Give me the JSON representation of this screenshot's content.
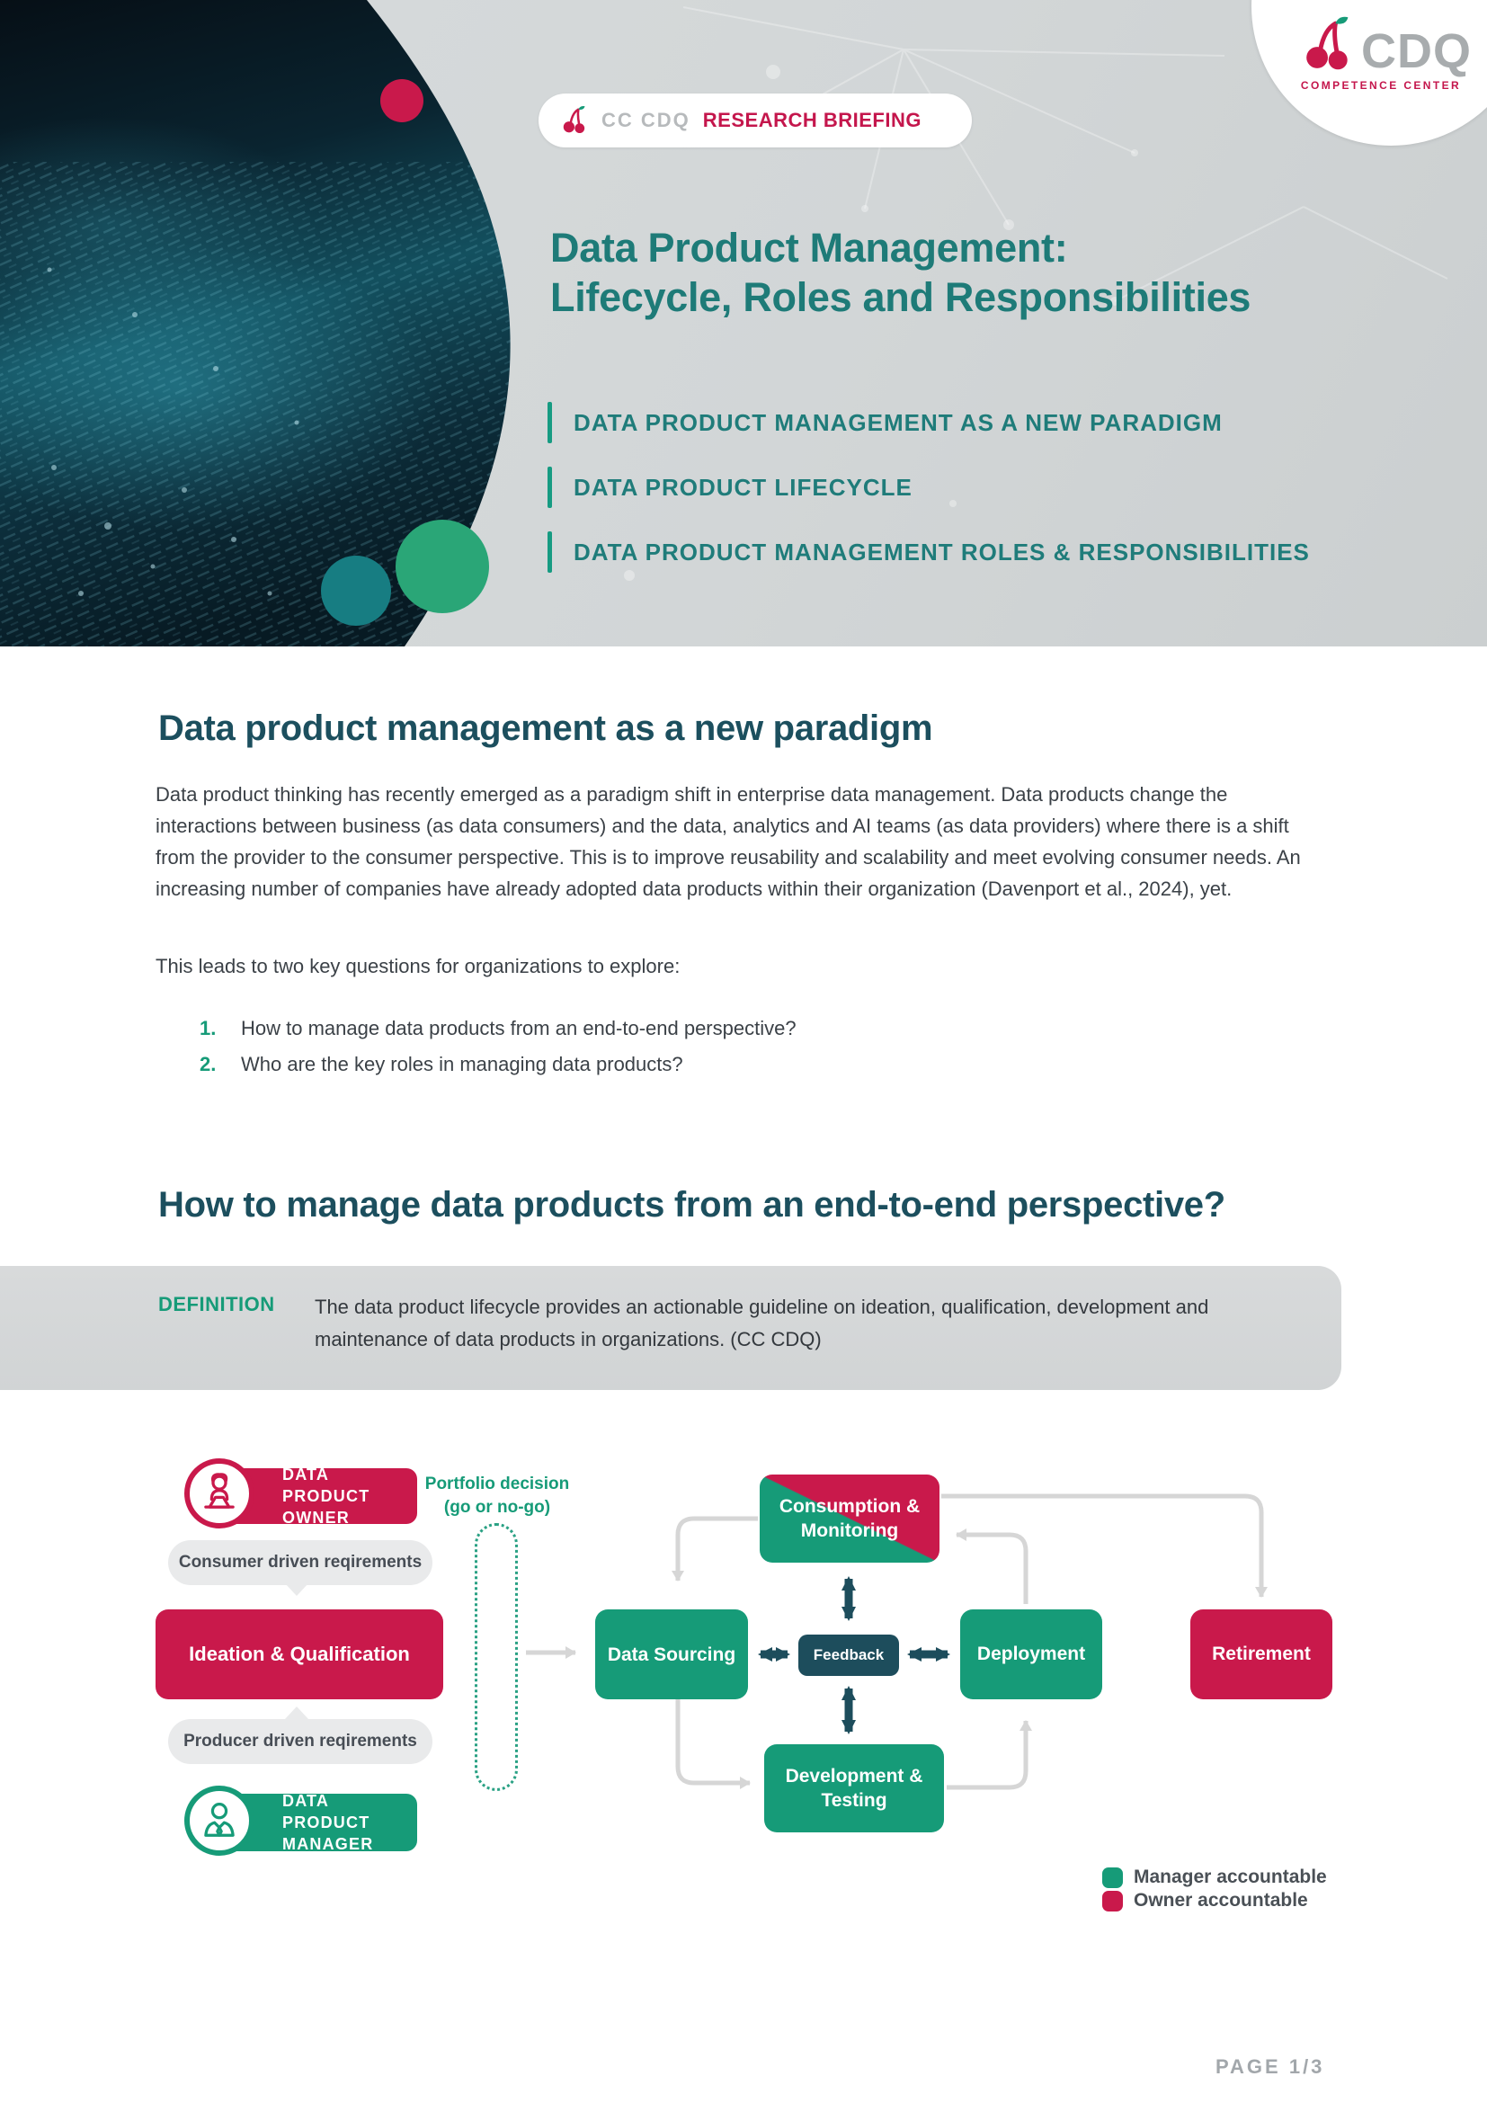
{
  "header": {
    "badge": {
      "prefix": "CC CDQ",
      "label": "RESEARCH BRIEFING",
      "icon": "cherry-icon"
    },
    "logo": {
      "name": "CDQ",
      "subtitle": "COMPETENCE CENTER",
      "icon": "cherry-icon"
    },
    "title_line1": "Data Product Management:",
    "title_line2": "Lifecycle, Roles and Responsibilities",
    "bullets": [
      {
        "label": "DATA PRODUCT MANAGEMENT AS A NEW PARADIGM"
      },
      {
        "label": "DATA PRODUCT LIFECYCLE"
      },
      {
        "label": "DATA PRODUCT MANAGEMENT ROLES & RESPONSIBILITIES"
      }
    ]
  },
  "sections": {
    "paradigm": {
      "heading": "Data product management as a new paradigm",
      "paragraph": "Data product thinking has recently emerged as a paradigm shift in enterprise data management. Data products change the interactions between business (as data consumers) and the data, analytics and AI teams (as data providers) where there is a shift from the provider to the consumer perspective. This is to improve reusability and scalability and meet evolving consumer needs. An increasing number of companies have already adopted data products within their organization (Davenport et al., 2024), yet.",
      "questions_intro": "This leads to two key questions for organizations to explore:",
      "questions": [
        {
          "number": "1.",
          "text": "How to manage data products from an end-to-end perspective?"
        },
        {
          "number": "2.",
          "text": "Who are the key roles in managing data products?"
        }
      ]
    },
    "lifecycle": {
      "heading": "How to manage data products from an end-to-end perspective?",
      "definition_label": "DEFINITION",
      "definition_text": "The data product lifecycle provides an actionable guideline on ideation, qualification, development and maintenance of data products in organizations. (CC CDQ)"
    }
  },
  "diagram": {
    "owner_role": "DATA PRODUCT OWNER",
    "manager_role": "DATA PRODUCT MANAGER",
    "portfolio_line1": "Portfolio decision",
    "portfolio_line2": "(go or no-go)",
    "consumer_req": "Consumer driven reqirements",
    "producer_req": "Producer driven reqirements",
    "stages": {
      "ideation": "Ideation & Qualification",
      "data_sourcing": "Data Sourcing",
      "consumption": "Consumption & Monitoring",
      "feedback": "Feedback",
      "deployment": "Deployment",
      "retirement": "Retirement",
      "development": "Development & Testing"
    },
    "legend": [
      {
        "label": "Manager accountable",
        "color": "#169b78"
      },
      {
        "label": "Owner accountable",
        "color": "#c9194b"
      }
    ]
  },
  "footer": {
    "page_label": "PAGE 1/3"
  },
  "colors": {
    "title_teal": "#1e7b78",
    "heading_dark": "#1c4f5e",
    "green": "#169b78",
    "crimson": "#c9194b",
    "feedback_dark": "#1d4d5c",
    "header_gray": "#d2d6d7"
  }
}
